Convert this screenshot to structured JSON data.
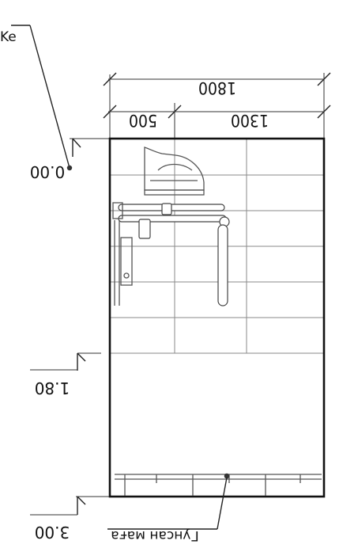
{
  "dimensions": {
    "overall": "1800",
    "left_segment": "500",
    "right_segment": "1300"
  },
  "levels": {
    "top": "0.00",
    "middle": "1.80",
    "bottom": "3.00"
  },
  "notes": {
    "top_partial": "Ke",
    "bottom_label": "Гунсан маға"
  }
}
